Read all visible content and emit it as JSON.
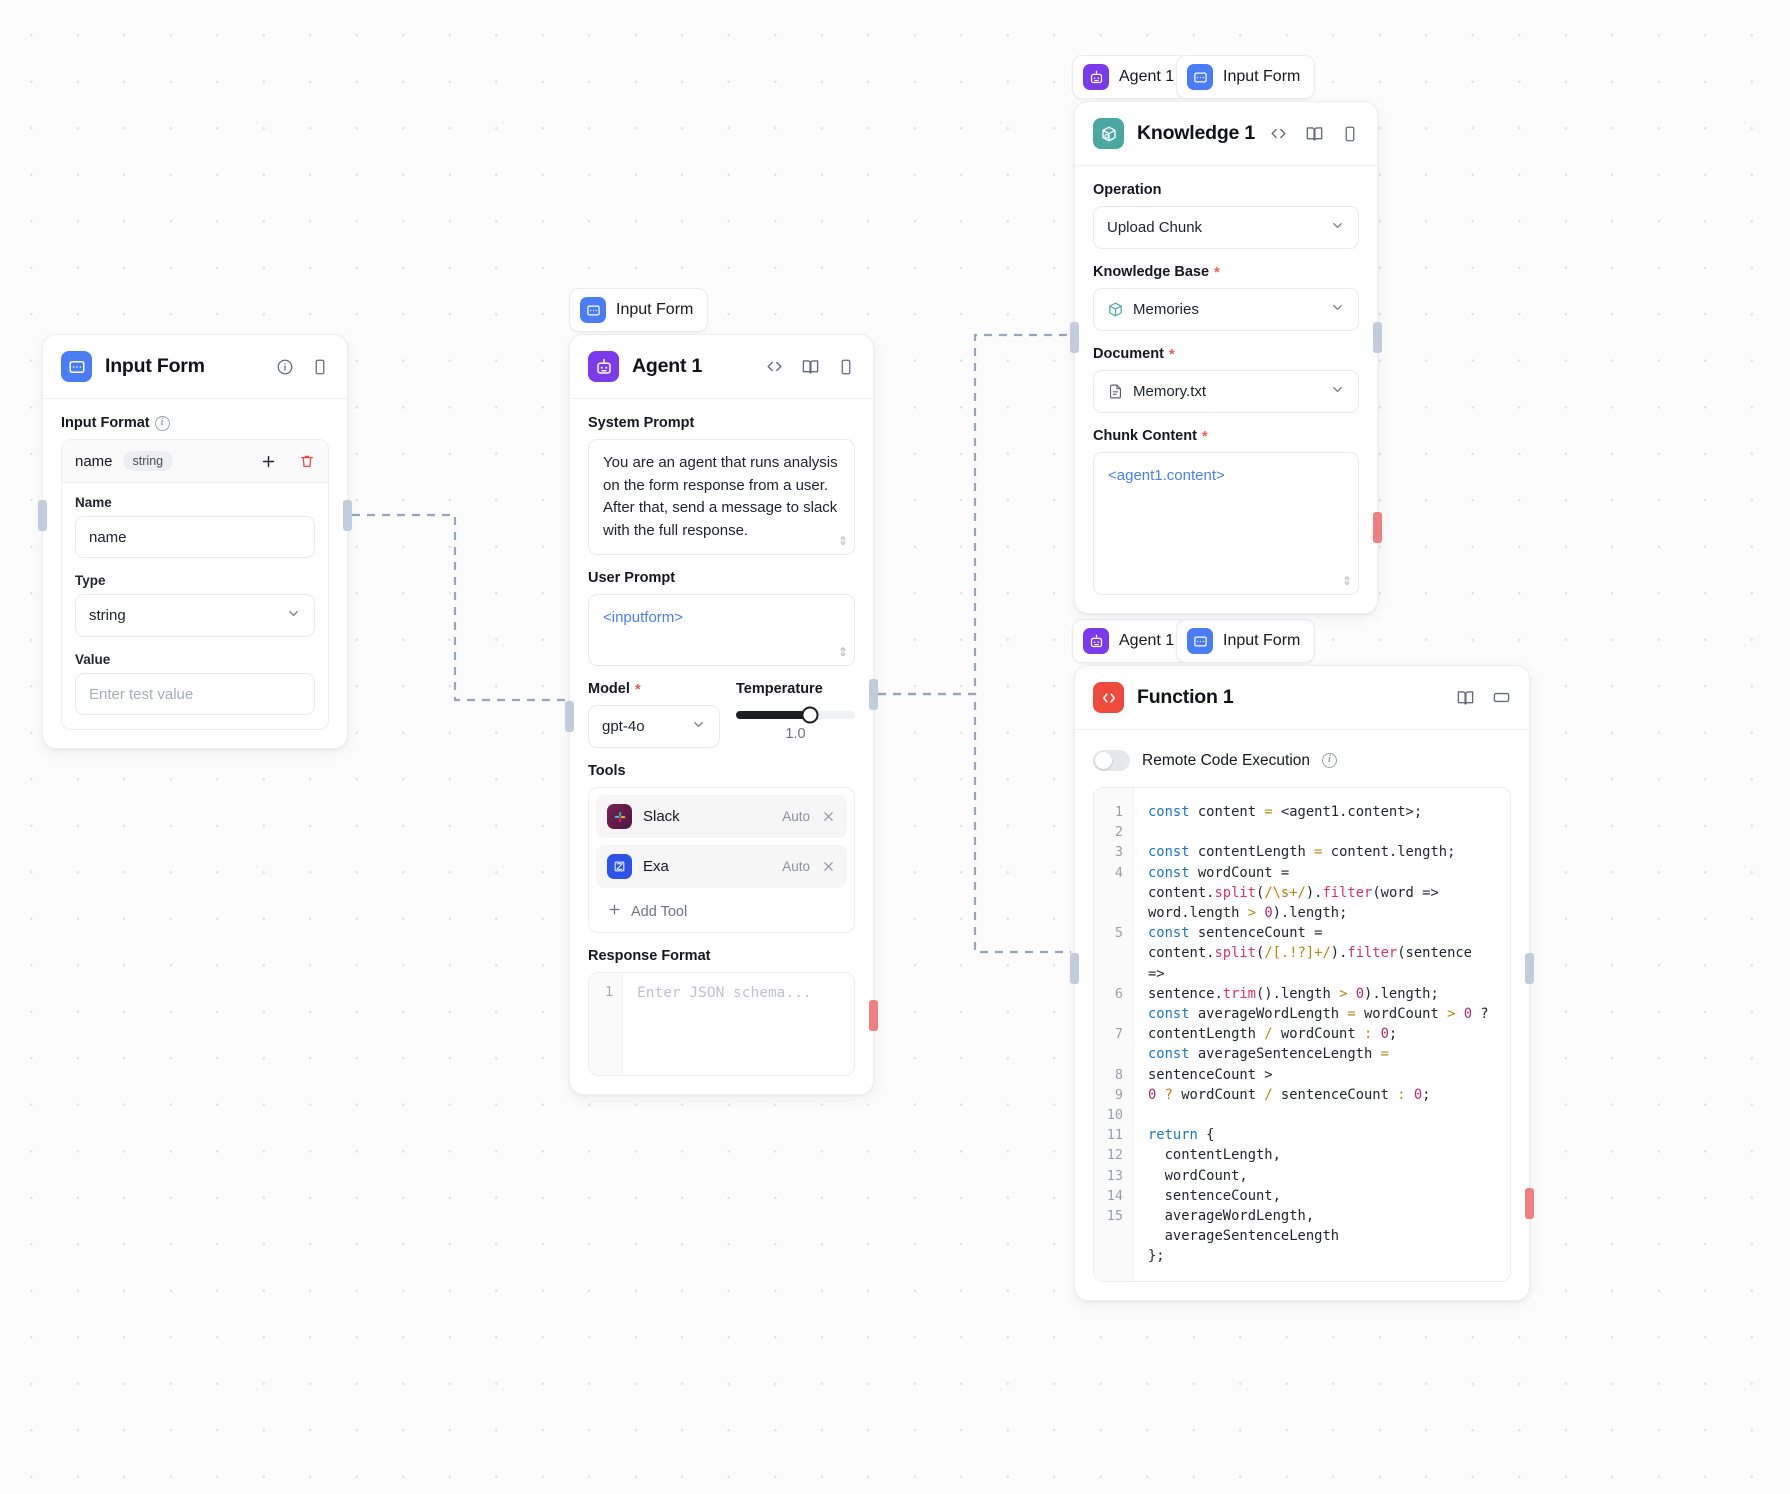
{
  "canvas": {
    "name": "workflow-canvas"
  },
  "tags": [
    {
      "id": "tag-agent-knowledge",
      "label": "Agent 1",
      "icon": "robot-icon"
    },
    {
      "id": "tag-inputform-knowledge",
      "label": "Input Form",
      "icon": "form-icon"
    },
    {
      "id": "tag-agent-function",
      "label": "Agent 1",
      "icon": "robot-icon"
    },
    {
      "id": "tag-inputform-function",
      "label": "Input Form",
      "icon": "form-icon"
    },
    {
      "id": "tag-inputform-agent",
      "label": "Input Form",
      "icon": "form-icon"
    }
  ],
  "input_form": {
    "title": "Input Form",
    "icon": "form-icon",
    "header_icons": [
      "info-icon",
      "panel-icon"
    ],
    "input_format_label": "Input Format",
    "row": {
      "name": "name",
      "type_chip": "string",
      "add_icon": "plus-icon",
      "delete_icon": "trash-icon"
    },
    "name_label": "Name",
    "name_value": "name",
    "type_label": "Type",
    "type_value": "string",
    "value_label": "Value",
    "value_placeholder": "Enter test value"
  },
  "agent": {
    "title": "Agent 1",
    "icon": "robot-icon",
    "header_icons": [
      "code-icon",
      "book-icon",
      "panel-icon"
    ],
    "system_prompt_label": "System Prompt",
    "system_prompt": "You are an agent that runs analysis on the form response from a user. After that, send a message to slack with the full response.",
    "user_prompt_label": "User Prompt",
    "user_prompt": "<inputform>",
    "model_label": "Model",
    "model_value": "gpt-4o",
    "temperature_label": "Temperature",
    "temperature_value": "1.0",
    "temperature_percent": 62,
    "tools_label": "Tools",
    "tools": [
      {
        "name": "Slack",
        "mode": "Auto",
        "icon": "slack-icon",
        "remove_icon": "close-icon"
      },
      {
        "name": "Exa",
        "mode": "Auto",
        "icon": "exa-icon",
        "remove_icon": "close-icon"
      }
    ],
    "add_tool_label": "Add Tool",
    "response_format_label": "Response Format",
    "response_format_line": "1",
    "response_format_placeholder": "Enter JSON schema..."
  },
  "knowledge": {
    "title": "Knowledge 1",
    "icon": "knowledge-icon",
    "header_icons": [
      "code-icon",
      "book-icon",
      "panel-icon"
    ],
    "operation_label": "Operation",
    "operation_value": "Upload Chunk",
    "knowledge_base_label": "Knowledge Base",
    "knowledge_base_value": "Memories",
    "document_label": "Document",
    "document_value": "Memory.txt",
    "chunk_content_label": "Chunk Content",
    "chunk_content_value": "<agent1.content>"
  },
  "function": {
    "title": "Function 1",
    "icon": "code-block-icon",
    "header_icons": [
      "book-icon",
      "maximize-icon"
    ],
    "remote_code_execution_label": "Remote Code Execution",
    "remote_code_execution_on": false,
    "line_numbers": [
      "1",
      "2",
      "3",
      "4",
      "",
      "",
      "5",
      "",
      "",
      "6",
      "",
      "7",
      "",
      "8",
      "9",
      "10",
      "11",
      "12",
      "13",
      "14",
      "15"
    ],
    "code_lines": [
      "const content = <agent1.content>;",
      "",
      "const contentLength = content.length;",
      "const wordCount =",
      "content.split(/\\s+/).filter(word =>",
      "word.length > 0).length;",
      "const sentenceCount =",
      "content.split(/[.!?]+/).filter(sentence =>",
      "sentence.trim().length > 0).length;",
      "const averageWordLength = wordCount > 0 ?",
      "contentLength / wordCount : 0;",
      "const averageSentenceLength = sentenceCount >",
      "0 ? wordCount / sentenceCount : 0;",
      "",
      "return {",
      "  contentLength,",
      "  wordCount,",
      "  sentenceCount,",
      "  averageWordLength,",
      "  averageSentenceLength",
      "};"
    ]
  },
  "colors": {
    "form_blue": "#4a7df5",
    "agent_purple": "#7c3aed",
    "knowledge_teal": "#4aa8a0",
    "function_red": "#ef4a3c",
    "port_in": "#c3ccdd",
    "port_out": "#f08080",
    "edge": "#9aa5bb"
  }
}
